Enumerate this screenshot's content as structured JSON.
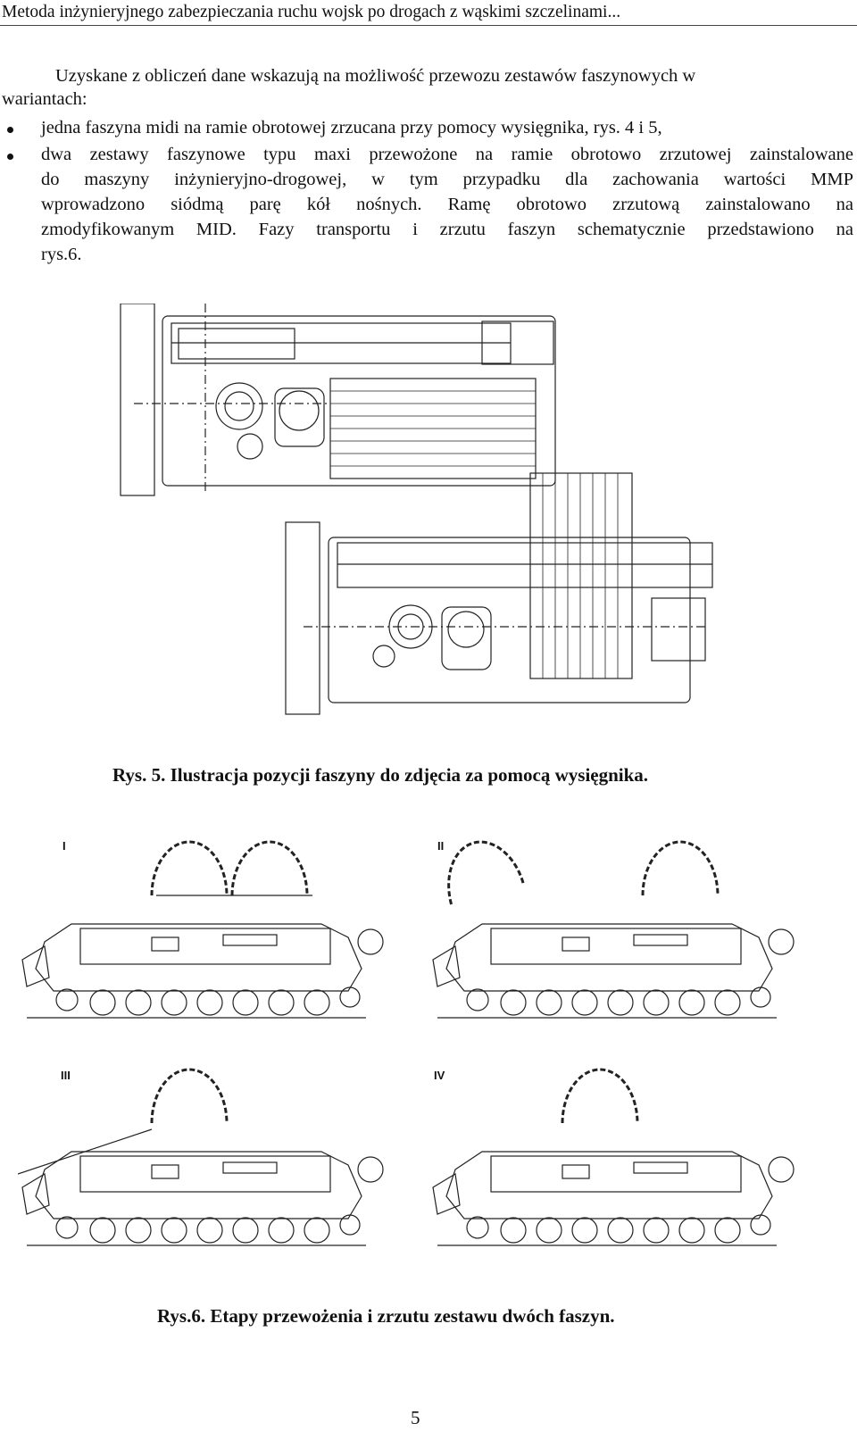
{
  "header": {
    "title": "Metoda inżynieryjnego zabezpieczania ruchu wojsk po drogach z wąskimi szczelinami..."
  },
  "body": {
    "intro_line1": "Uzyskane z obliczeń dane wskazują na możliwość przewozu zestawów faszynowych w",
    "intro_line2": "wariantach:",
    "bullet1": "jedna faszyna midi na ramie obrotowej zrzucana przy pomocy wysięgnika, rys. 4 i 5,",
    "bullet2_lines": [
      "dwa zestawy faszynowe typu maxi przewożone na ramie obrotowo zrzutowej zainstalowane",
      "do maszyny inżynieryjno-drogowej, w tym przypadku dla zachowania wartości MMP",
      "wprowadzono siódmą parę kół nośnych. Ramę obrotowo zrzutową zainstalowano na",
      "zmodyfikowanym MID. Fazy transportu i zrzutu faszyn schematycznie przedstawiono na",
      "rys.6."
    ]
  },
  "figure5": {
    "caption": "Rys. 5. Ilustracja pozycji faszyny do zdjęcia za pomocą wysięgnika."
  },
  "figure6": {
    "caption": "Rys.6. Etapy przewożenia i zrzutu zestawu dwóch faszyn.",
    "stages": [
      "I",
      "II",
      "III",
      "IV"
    ]
  },
  "page_number": "5"
}
